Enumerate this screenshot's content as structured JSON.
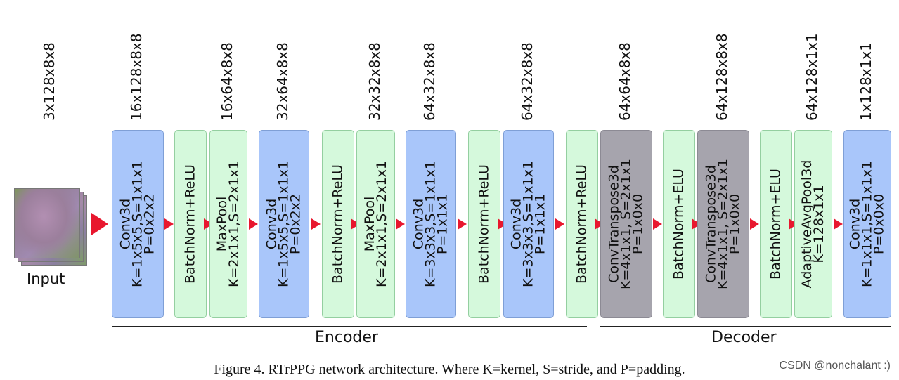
{
  "input": {
    "label": "Input",
    "dim": "3x128x8x8"
  },
  "blocks": [
    {
      "lines": [
        "Conv3d",
        "K=1x5x5,S=1x1x1",
        "P=0x2x2"
      ],
      "dim": "16x128x8x8"
    },
    {
      "lines": [
        "BatchNorm+ReLU"
      ]
    },
    {
      "lines": [
        "MaxPool",
        "K=2x1x1,S=2x1x1"
      ],
      "dim": "16x64x8x8"
    },
    {
      "lines": [
        "Conv3d",
        "K=1x5x5,S=1x1x1",
        "P=0x2x2"
      ],
      "dim": "32x64x8x8"
    },
    {
      "lines": [
        "BatchNorm+ReLU"
      ]
    },
    {
      "lines": [
        "MaxPool",
        "K=2x1x1,S=2x1x1"
      ],
      "dim": "32x32x8x8"
    },
    {
      "lines": [
        "Conv3d",
        "K=3x3x3,S=1x1x1",
        "P=1x1x1"
      ],
      "dim": "64x32x8x8"
    },
    {
      "lines": [
        "BatchNorm+ReLU"
      ]
    },
    {
      "lines": [
        "Conv3d",
        "K=3x3x3,S=1x1x1",
        "P=1x1x1"
      ],
      "dim": "64x32x8x8"
    },
    {
      "lines": [
        "BatchNorm+ReLU"
      ]
    },
    {
      "lines": [
        "ConvTranspose3d",
        "K=4x1x1, S=2x1x1",
        "P=1x0x0"
      ],
      "dim": "64x64x8x8"
    },
    {
      "lines": [
        "BatchNorm+ELU"
      ]
    },
    {
      "lines": [
        "ConvTranspose3d",
        "K=4x1x1, S=2x1x1",
        "P=1x0x0"
      ],
      "dim": "64x128x8x8"
    },
    {
      "lines": [
        "BatchNorm+ELU"
      ]
    },
    {
      "lines": [
        "AdaptiveAvgPool3d",
        "K=128x1x1"
      ],
      "dim": "64x128x1x1"
    },
    {
      "lines": [
        "Conv3d",
        "K=1x1x1,S=1x1x1",
        "P=0x0x0"
      ],
      "dim": "1x128x1x1"
    }
  ],
  "sections": {
    "encoder": "Encoder",
    "decoder": "Decoder"
  },
  "caption": "Figure 4. RTrPPG network architecture. Where K=kernel, S=stride, and P=padding.",
  "watermark": "CSDN @nonchalant :)",
  "colors": {
    "conv": "#a9c6fa",
    "norm": "#d5f9dc",
    "transpose": "#a6a4ad",
    "arrow": "#e8172e"
  }
}
